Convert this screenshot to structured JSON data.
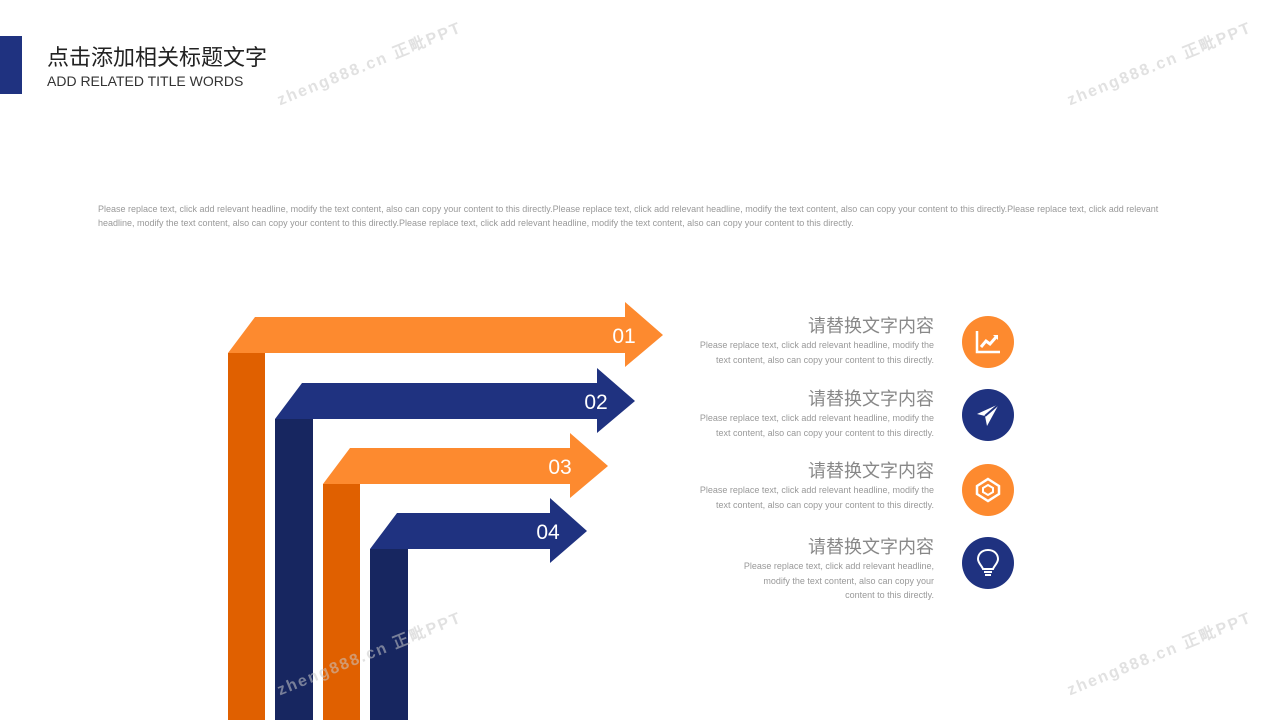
{
  "header": {
    "title_cn": "点击添加相关标题文字",
    "title_en": "ADD RELATED TITLE WORDS"
  },
  "intro": "Please replace text, click add relevant headline, modify the text content, also can copy your content to this directly.Please replace text, click add relevant headline, modify the text content, also can copy your content to this directly.Please replace text, click add relevant headline, modify the text content, also can copy your content to this directly.Please replace text, click add relevant headline, modify the text content, also can copy your content to this directly.",
  "colors": {
    "orange": "#fd8a2f",
    "orange_dark": "#e06000",
    "navy": "#1f3280",
    "navy_dark": "#172660"
  },
  "arrows": [
    {
      "label": "01"
    },
    {
      "label": "02"
    },
    {
      "label": "03"
    },
    {
      "label": "04"
    }
  ],
  "items": [
    {
      "heading": "请替换文字内容",
      "text": "Please replace text, click add relevant headline, modify the text content, also can copy your content to this directly.",
      "icon": "chart-line-icon"
    },
    {
      "heading": "请替换文字内容",
      "text": "Please replace text, click add relevant headline, modify the text content, also can copy your content to this directly.",
      "icon": "paper-plane-icon"
    },
    {
      "heading": "请替换文字内容",
      "text": "Please replace text, click add relevant headline, modify the text content, also can copy your content to this directly.",
      "icon": "cube-icon"
    },
    {
      "heading": "请替换文字内容",
      "text": "Please replace text, click add relevant headline, modify the text content, also can copy your content to this directly.",
      "icon": "lightbulb-icon"
    }
  ],
  "watermark": "zheng888.cn 正毗PPT"
}
